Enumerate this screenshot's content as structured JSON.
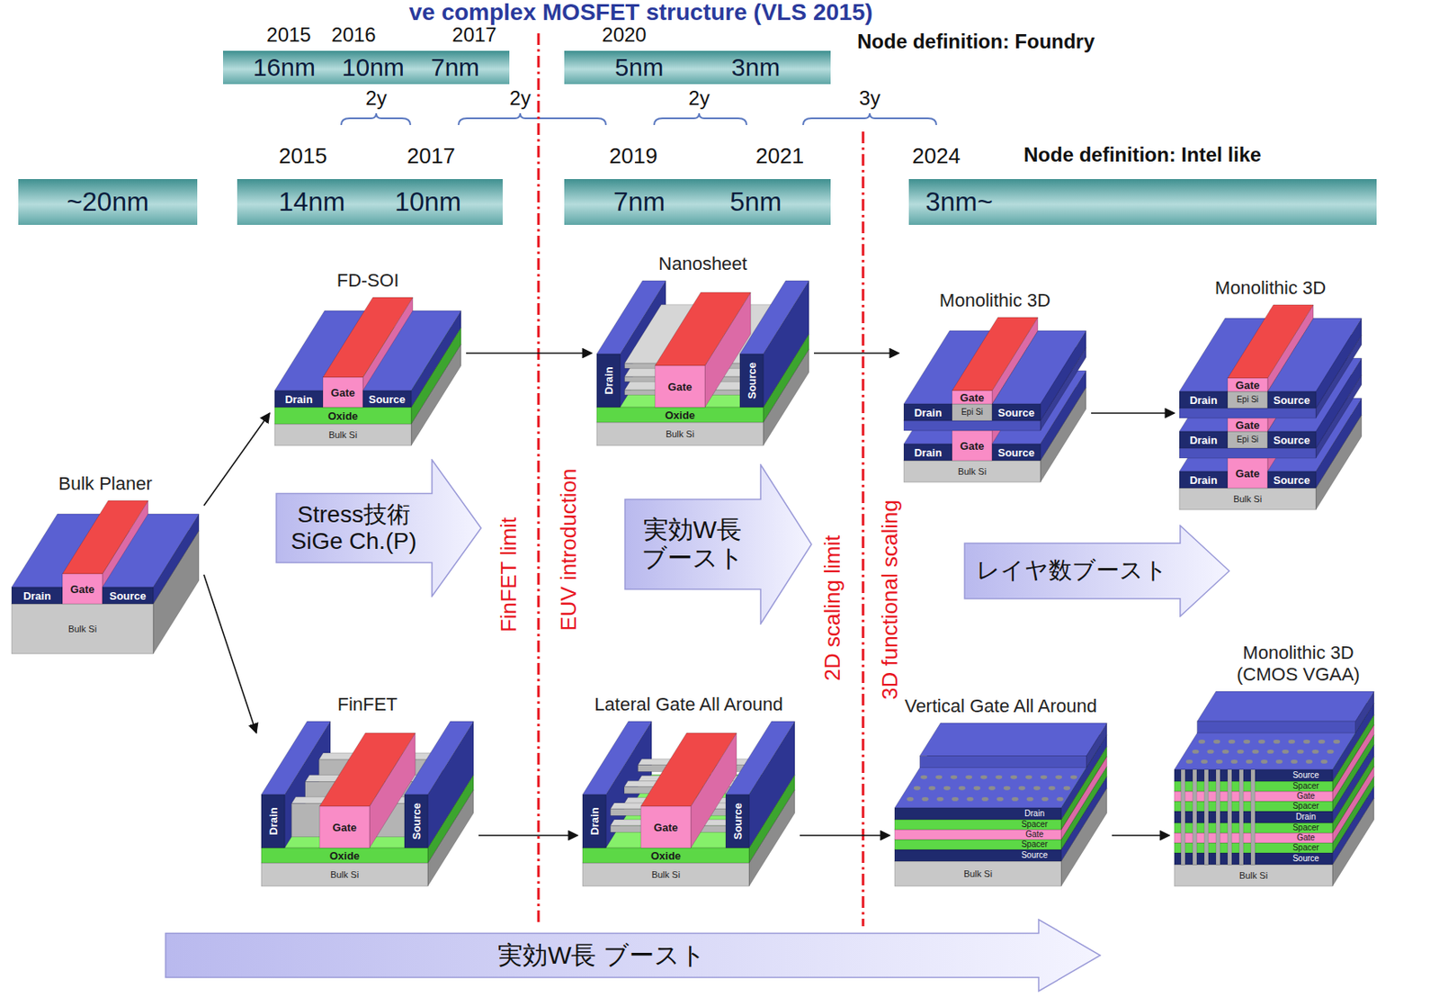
{
  "diagram": {
    "title": "ve complex MOSFET structure (VLS 2015)",
    "nodes": [
      {
        "text": [
          "16nm",
          "10nm",
          "7nm"
        ]
      },
      {
        "text": [
          "5nm",
          "3nm"
        ]
      },
      {
        "text": [
          "~20nm"
        ]
      },
      {
        "text": [
          "14nm",
          "10nm"
        ]
      },
      {
        "text": [
          "7nm",
          "5nm"
        ]
      },
      {
        "text": [
          "3nm~"
        ]
      },
      {
        "text": [
          "FD-SOI",
          "Gate",
          "Drain",
          "Source",
          "Oxide",
          "Bulk Si"
        ]
      },
      {
        "text": [
          "Nanosheet",
          "Drain",
          "Source",
          "Gate",
          "Oxide",
          "Bulk Si"
        ]
      },
      {
        "text": [
          "Monolithic 3D",
          "Gate",
          "Drain",
          "Epi Si",
          "Source",
          "Gate",
          "Drain",
          "Source",
          "Bulk Si"
        ]
      },
      {
        "text": [
          "Monolithic 3D",
          "Gate",
          "Drain",
          "Epi Si",
          "Source",
          "Gate",
          "Drain",
          "Epi Si",
          "Source",
          "Gate",
          "Drain",
          "Source",
          "Bulk Si"
        ]
      },
      {
        "text": [
          "Bulk Planer",
          "Gate",
          "Drain",
          "Source",
          "Bulk Si"
        ]
      },
      {
        "text": [
          "Stress技術 SiGe Ch.(P)"
        ]
      },
      {
        "text": [
          "実効W長 ブースト"
        ]
      },
      {
        "text": [
          "レイヤ数ブースト"
        ]
      },
      {
        "text": [
          "Monolithic 3D (CMOS VGAA)",
          "Source",
          "Spacer",
          "Gate",
          "Spacer",
          "Drain",
          "Spacer",
          "Gate",
          "Spacer",
          "Source",
          "Bulk Si"
        ]
      },
      {
        "text": [
          "FinFET",
          "Drain",
          "Source",
          "Gate",
          "Oxide",
          "Bulk Si"
        ]
      },
      {
        "text": [
          "Lateral Gate All Around",
          "Drain",
          "Source",
          "Gate",
          "Oxide",
          "Bulk Si"
        ]
      },
      {
        "text": [
          "Vertical Gate All Around",
          "Drain",
          "Spacer",
          "Gate",
          "Spacer",
          "Source",
          "Bulk Si"
        ]
      },
      {
        "text": [
          "実効W長 ブースト"
        ]
      }
    ],
    "edges": [
      {
        "from": 10,
        "to": 6,
        "arrow": "to"
      },
      {
        "from": 10,
        "to": 15,
        "arrow": "to"
      },
      {
        "from": 6,
        "to": 7,
        "arrow": "to"
      },
      {
        "from": 7,
        "to": 8,
        "arrow": "to"
      },
      {
        "from": 8,
        "to": 9,
        "arrow": "to"
      },
      {
        "from": 15,
        "to": 16,
        "arrow": "to"
      },
      {
        "from": 16,
        "to": 17,
        "arrow": "to"
      },
      {
        "from": 17,
        "to": 14,
        "arrow": "to"
      }
    ],
    "labels": [
      "2015",
      "2016",
      "2017",
      "2020",
      "Node definition: Foundry",
      "2y",
      "2y",
      "2y",
      "3y",
      "2015",
      "2017",
      "2019",
      "2021",
      "2024",
      "Node definition: Intel like",
      "FinFET limit",
      "EUV introduction",
      "2D scaling limit",
      "3D functional scaling"
    ]
  }
}
